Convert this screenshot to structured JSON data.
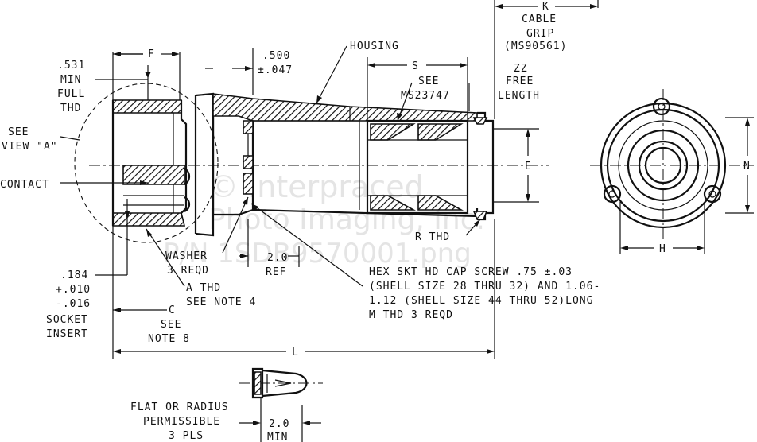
{
  "diagram": {
    "labels": {
      "f": "F",
      "dim_531": ".531",
      "min_1": "MIN",
      "full": "FULL",
      "thd_1": "THD",
      "see_1": "SEE",
      "view_a": "VIEW \"A\"",
      "contact": "CONTACT",
      "dim_500": ".500",
      "tol_047": "±.047",
      "housing": "HOUSING",
      "s": "S",
      "see_2": "SEE",
      "ms23747": "MS23747",
      "zz": "ZZ",
      "free": "FREE",
      "length": "LENGTH",
      "k": "K",
      "cable": "CABLE",
      "grip": "GRIP",
      "ms90561": "(MS90561)",
      "e": "E",
      "n": "N",
      "h": "H",
      "r_thd": "R THD",
      "washer": "WASHER",
      "reqd_3": "3 REQD",
      "dim_20_ref": "2.0",
      "ref": "REF",
      "a_thd": "A THD",
      "see_note_4": "SEE NOTE 4",
      "hex_1": "HEX SKT HD CAP SCREW .75 ±.03",
      "hex_2": "(SHELL SIZE 28 THRU 32) AND 1.06-",
      "hex_3": "1.12 (SHELL SIZE 44 THRU 52)LONG",
      "hex_4": "M THD 3 REQD",
      "dim_184": ".184",
      "tol_010": "+.010",
      "tol_016": "-.016",
      "socket": "SOCKET",
      "insert": "INSERT",
      "c": "C",
      "see_3": "SEE",
      "note_8": "NOTE 8",
      "l": "L",
      "flat_1": "FLAT OR RADIUS",
      "flat_2": "PERMISSIBLE",
      "pls_3": "3 PLS",
      "dim_20_min": "2.0",
      "min_2": "MIN"
    },
    "watermark": {
      "line_1": "© Interpraced",
      "line_2": "Photo Imaging, Inc.",
      "line_3": "P/N 1SDB9570001.png"
    }
  }
}
